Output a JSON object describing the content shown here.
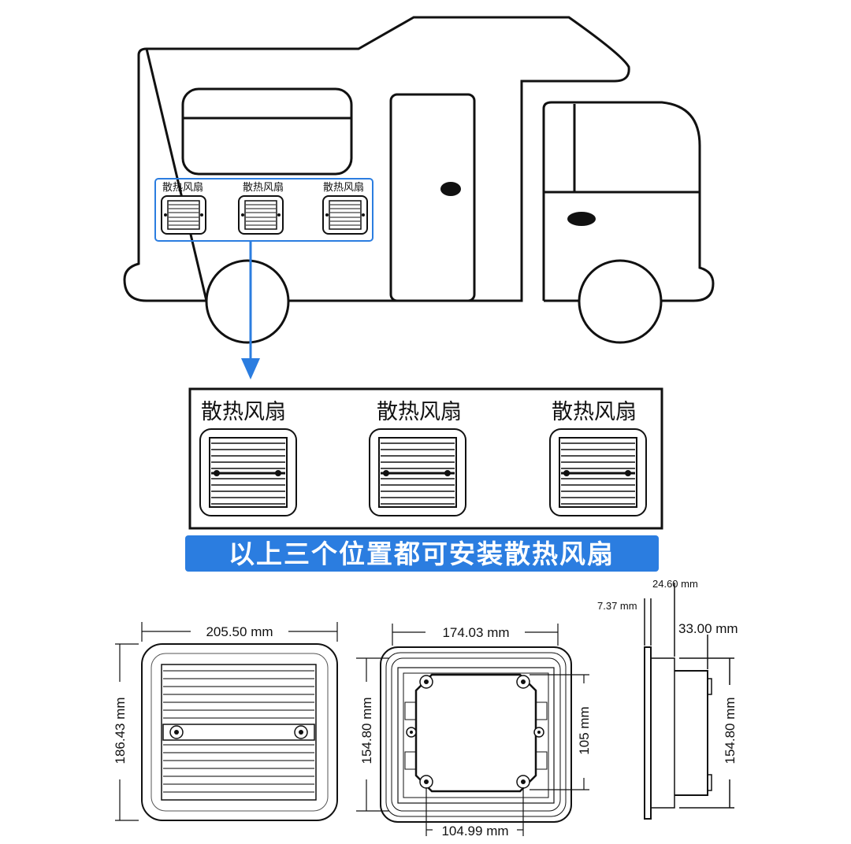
{
  "fan_label": "散热风扇",
  "banner_text": "以上三个位置都可安装散热风扇",
  "accent_color": "#2b7de0",
  "dimensions": {
    "front_width": "205.50 mm",
    "front_height": "186.43 mm",
    "back_width": "174.03 mm",
    "back_height": "154.80 mm",
    "hole_spacing_vertical": "105 mm",
    "hole_spacing_horizontal": "104.99 mm",
    "side_flange": "7.37 mm",
    "side_depth": "24.60 mm",
    "side_protrusion": "33.00 mm",
    "side_height": "154.80 mm"
  }
}
